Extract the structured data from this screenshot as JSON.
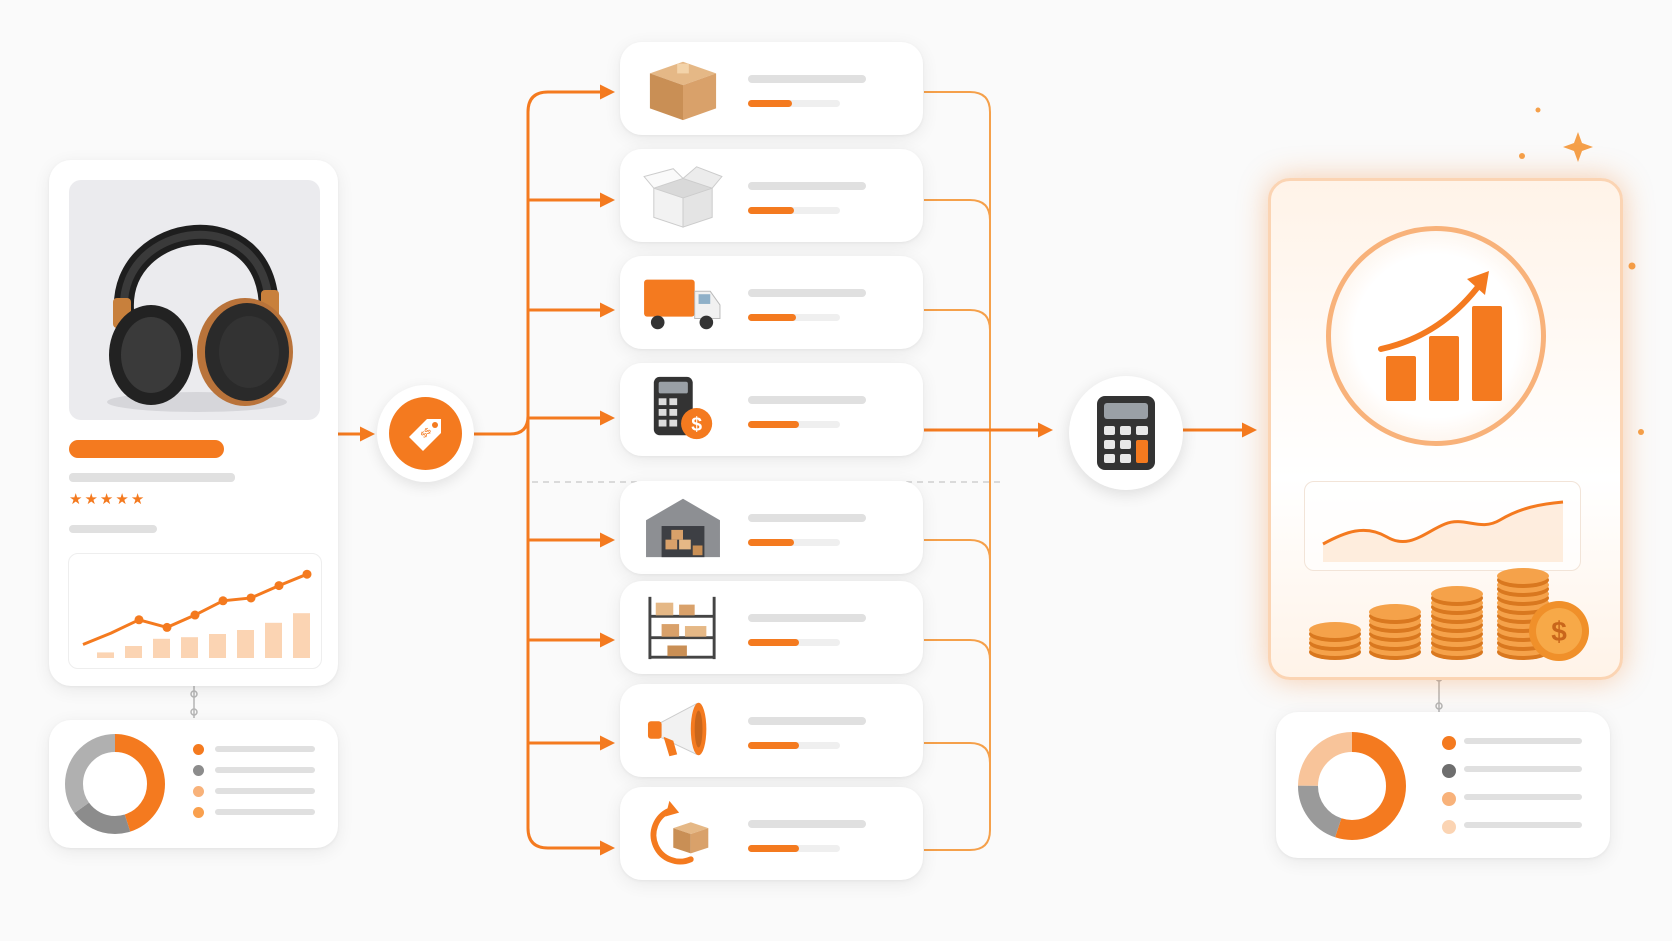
{
  "colors": {
    "accent": "#f47a1f",
    "accent_light": "#f8b27a",
    "accent_pale": "#fbd4b3",
    "gray": "#8c8c8c",
    "placeholder": "#e0e0e0"
  },
  "product_card": {
    "image": "headphones-image",
    "rating_stars": 5,
    "trend_points": [
      1,
      2.2,
      3.6,
      2.8,
      4.1,
      5.6,
      5.9,
      7.2,
      8.4
    ],
    "bar_heights": [
      0.7,
      1.5,
      2.4,
      2.6,
      3.0,
      3.5,
      4.4,
      5.6
    ]
  },
  "cost_items": [
    {
      "icon": "box-icon",
      "progress": 0.48
    },
    {
      "icon": "open-box-icon",
      "progress": 0.5
    },
    {
      "icon": "delivery-truck-icon",
      "progress": 0.52
    },
    {
      "icon": "calculator-dollar-icon",
      "progress": 0.55
    },
    {
      "icon": "warehouse-icon",
      "progress": 0.5
    },
    {
      "icon": "storage-shelf-icon",
      "progress": 0.55
    },
    {
      "icon": "megaphone-icon",
      "progress": 0.55
    },
    {
      "icon": "return-box-icon",
      "progress": 0.55
    }
  ],
  "nodes": {
    "pricing": "price-tag-icon",
    "calculation": "calculator-icon"
  },
  "result_card": {
    "icon": "growth-chart-icon",
    "trend": "wave-line",
    "coins": "coin-stacks-icon"
  },
  "left_donut": {
    "segments": [
      0.45,
      0.2,
      0.35
    ],
    "legend_dots": [
      "#f47a1f",
      "#8c8c8c",
      "#f8b27a",
      "#f9a04e"
    ]
  },
  "right_donut": {
    "segments": [
      0.55,
      0.2,
      0.25
    ],
    "legend_dots": [
      "#f47a1f",
      "#6e6e6e",
      "#f8b27a",
      "#fbd4b3"
    ]
  }
}
